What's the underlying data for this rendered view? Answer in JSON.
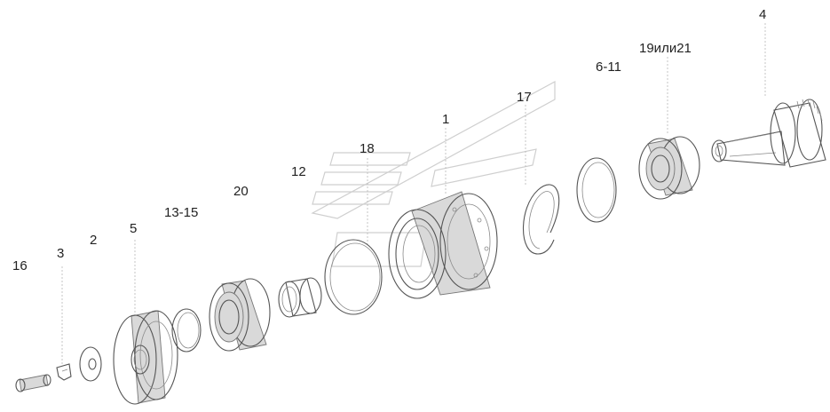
{
  "diagram": {
    "labels": {
      "p16": "16",
      "p3": "3",
      "p2": "2",
      "p5": "5",
      "p13_15": "13-15",
      "p20": "20",
      "p12": "12",
      "p18": "18",
      "p1": "1",
      "p17": "17",
      "p6_11": "6-11",
      "p19_21": "19или21",
      "p4": "4"
    }
  }
}
